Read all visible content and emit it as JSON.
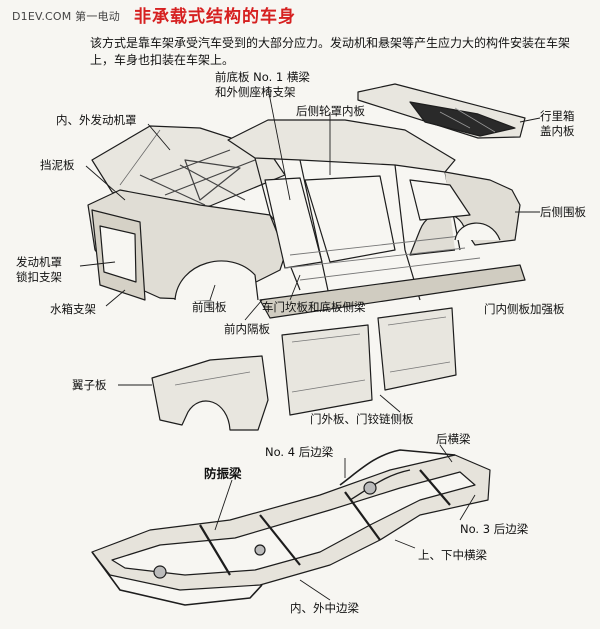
{
  "watermark": "D1EV.COM 第一电动",
  "title": "非承载式结构的车身",
  "description": "该方式是靠车架承受汽车受到的大部分应力。发动机和悬架等产生应力大的构件安装在车架上，车身也扣装在车架上。",
  "labels": {
    "front_floor_beam": "前底板 No. 1 横梁",
    "front_floor_beam_2": "和外侧座椅支架",
    "rear_wheel_inner": "后侧轮罩内板",
    "trunk_lid_inner": "行里箱",
    "trunk_lid_inner_2": "盖内板",
    "hood": "内、外发动机罩",
    "fender_apron": "挡泥板",
    "rear_side_panel": "后侧围板",
    "hood_lock_support": "发动机罩",
    "hood_lock_support_2": "锁扣支架",
    "radiator_support": "水箱支架",
    "cowl": "前围板",
    "rocker_floor": "车门坎板和底板侧梁",
    "door_inner_reinforcement": "门内侧板加强板",
    "dash_panel": "前内隔板",
    "front_fender": "翼子板",
    "door_outer_hinge": "门外板、门铰链侧板",
    "no4_rear_rail": "No. 4 后边梁",
    "rear_crossmember": "后横梁",
    "anti_vibration_beam": "防振梁",
    "no3_rear_rail": "No. 3 后边梁",
    "upper_lower_crossmember": "上、下中横梁",
    "inner_outer_middle_rail": "内、外中边梁"
  },
  "colors": {
    "title": "#d62020",
    "line": "#1d1d1d",
    "panel_fill": "#e8e6df",
    "panel_shade": "#c9c5ba",
    "dark_fill": "#2a2a2a"
  }
}
